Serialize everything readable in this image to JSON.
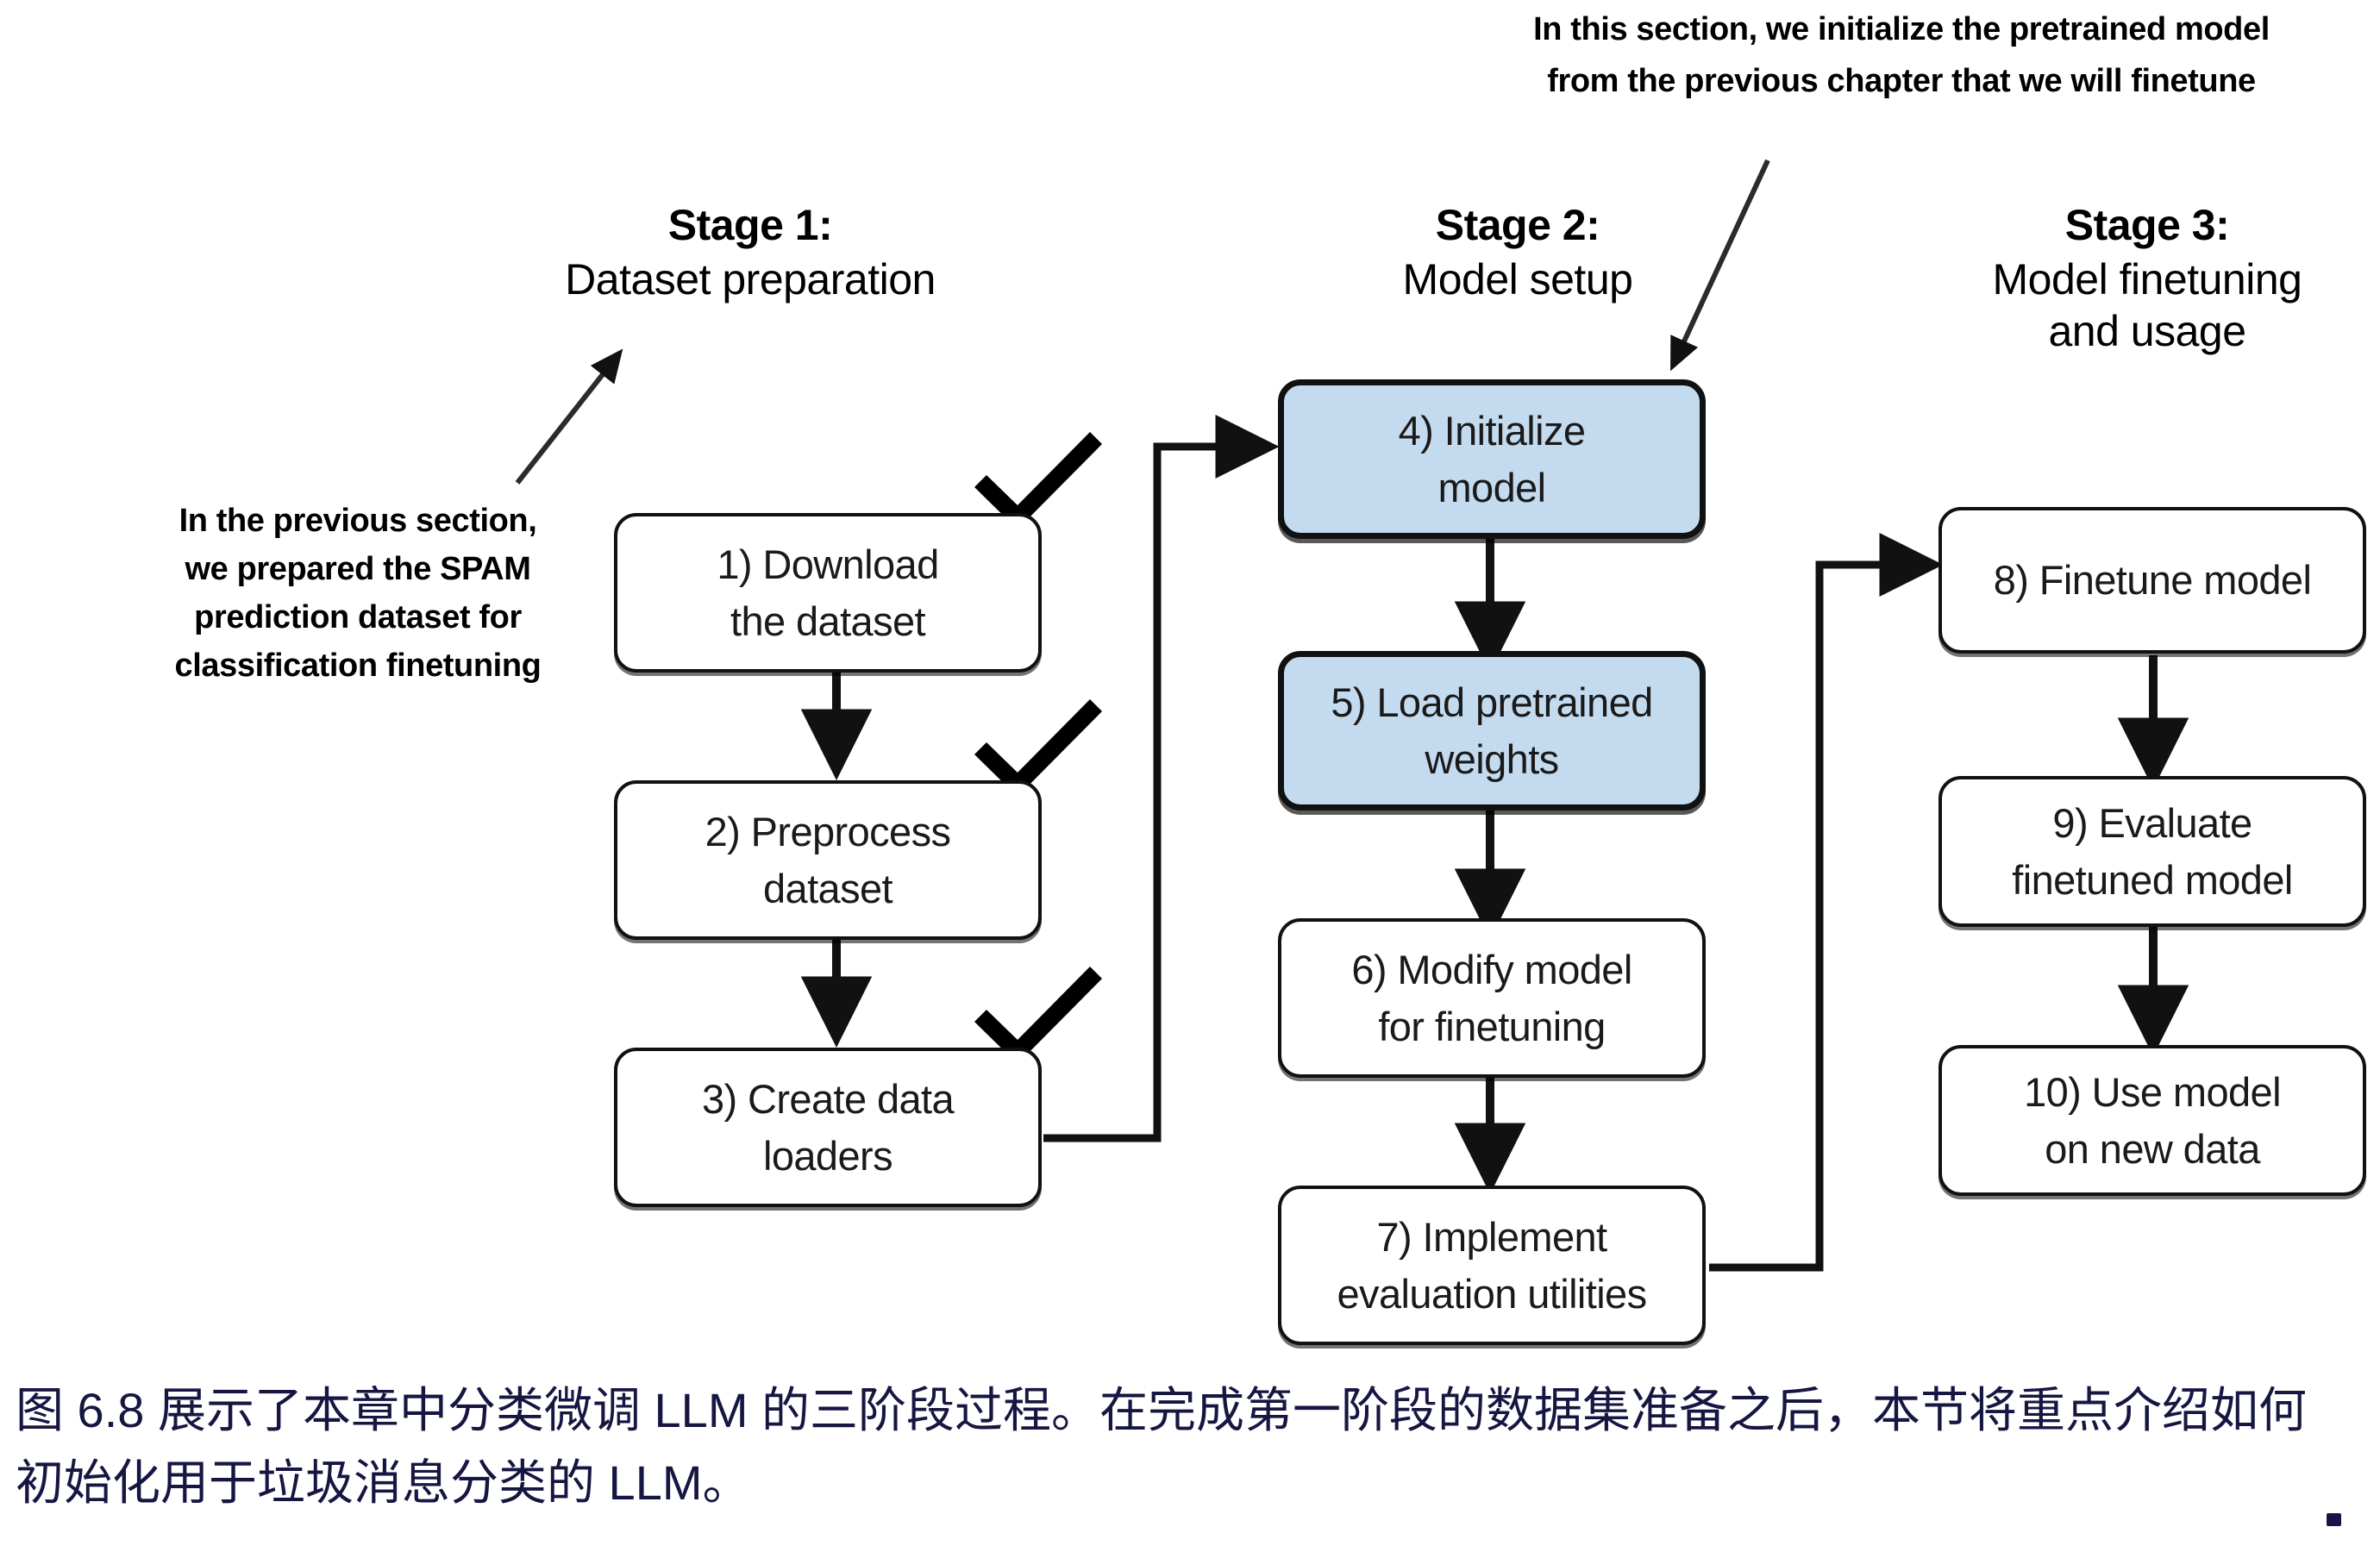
{
  "annotations": {
    "top_right": {
      "line1": "In this section, we initialize the pretrained model",
      "line2": "from the previous chapter that we will finetune"
    },
    "left": {
      "line1": "In the previous section,",
      "line2": "we prepared the SPAM",
      "line3": "prediction dataset for",
      "line4": "classification finetuning"
    }
  },
  "stages": [
    {
      "title": "Stage 1:",
      "subtitle_line1": "Dataset preparation",
      "subtitle_line2": ""
    },
    {
      "title": "Stage 2:",
      "subtitle_line1": "Model setup",
      "subtitle_line2": ""
    },
    {
      "title": "Stage 3:",
      "subtitle_line1": "Model finetuning",
      "subtitle_line2": "and usage"
    }
  ],
  "steps": [
    {
      "id": 1,
      "line1": "1) Download",
      "line2": "the dataset",
      "highlighted": false,
      "checked": true
    },
    {
      "id": 2,
      "line1": "2) Preprocess",
      "line2": "dataset",
      "highlighted": false,
      "checked": true
    },
    {
      "id": 3,
      "line1": "3) Create data",
      "line2": "loaders",
      "highlighted": false,
      "checked": true
    },
    {
      "id": 4,
      "line1": "4) Initialize",
      "line2": "model",
      "highlighted": true,
      "checked": false
    },
    {
      "id": 5,
      "line1": "5) Load pretrained",
      "line2": "weights",
      "highlighted": true,
      "checked": false
    },
    {
      "id": 6,
      "line1": "6) Modify model",
      "line2": "for finetuning",
      "highlighted": false,
      "checked": false
    },
    {
      "id": 7,
      "line1": "7) Implement",
      "line2": "evaluation utilities",
      "highlighted": false,
      "checked": false
    },
    {
      "id": 8,
      "line1": "8) Finetune model",
      "line2": "",
      "highlighted": false,
      "checked": false
    },
    {
      "id": 9,
      "line1": "9) Evaluate",
      "line2": "finetuned model",
      "highlighted": false,
      "checked": false
    },
    {
      "id": 10,
      "line1": "10) Use model",
      "line2": "on new data",
      "highlighted": false,
      "checked": false
    }
  ],
  "caption": {
    "line1": "图 6.8 展示了本章中分类微调 LLM 的三阶段过程。在完成第一阶段的数据集准备之后，本节将重点介绍如何",
    "line2": "初始化用于垃圾消息分类的 LLM。"
  },
  "colors": {
    "highlight_fill": "#c4dbef",
    "box_border": "#111111",
    "caption_text": "#161642",
    "background": "#ffffff"
  }
}
